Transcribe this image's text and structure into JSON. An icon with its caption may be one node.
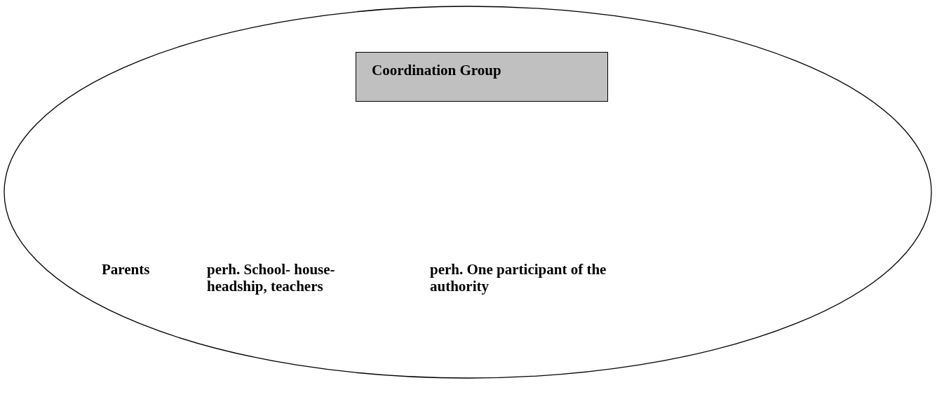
{
  "diagram": {
    "nodes": [
      {
        "text": [
          "Parents",
          "perh. School- house- headship, teachers",
          "perh. One participant of the authority"
        ]
      },
      {
        "text": [
          "Coordination Group"
        ],
        "in": 0
      }
    ]
  }
}
